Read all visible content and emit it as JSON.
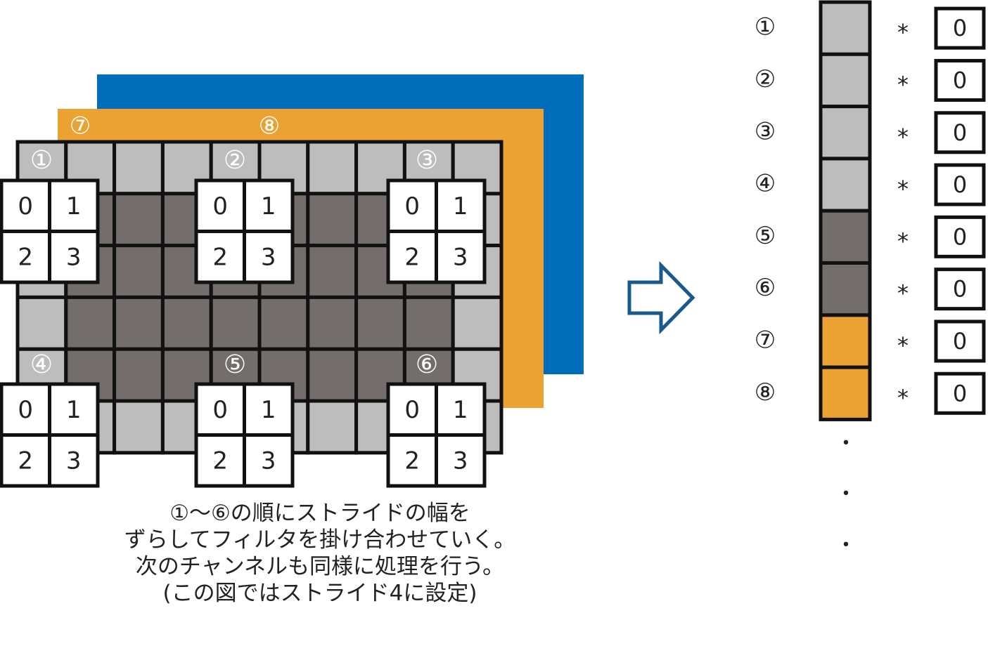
{
  "colors": {
    "light": "#bdbdbd",
    "dark": "#736e6c",
    "orange": "#eba233",
    "blue": "#006db8",
    "arrow": "#1a5a8a"
  },
  "layers": [
    {
      "name": "channel-1",
      "color": "#bdbdbd",
      "labels": [
        "①",
        "②",
        "③",
        "④",
        "⑤",
        "⑥"
      ]
    },
    {
      "name": "channel-2",
      "color": "#eba233",
      "labels": [
        "⑦",
        "⑧"
      ]
    },
    {
      "name": "channel-3",
      "color": "#006db8",
      "labels": []
    }
  ],
  "filter": {
    "cells": [
      "0",
      "1",
      "2",
      "3"
    ]
  },
  "vector": {
    "labels": [
      "①",
      "②",
      "③",
      "④",
      "⑤",
      "⑥",
      "⑦",
      "⑧"
    ],
    "kinds": [
      "light",
      "light",
      "light",
      "light",
      "dark",
      "dark",
      "orange",
      "orange"
    ],
    "operator": "*",
    "values": [
      "0",
      "0",
      "0",
      "0",
      "0",
      "0",
      "0",
      "0"
    ],
    "ellipsis": [
      "・",
      "・",
      "・"
    ]
  },
  "caption": {
    "lines": [
      "①～⑥の順にストライドの幅を",
      "ずらしてフィルタを掛け合わせていく。",
      "次のチャンネルも同様に処理を行う。",
      "(この図ではストライド4に設定)"
    ]
  }
}
